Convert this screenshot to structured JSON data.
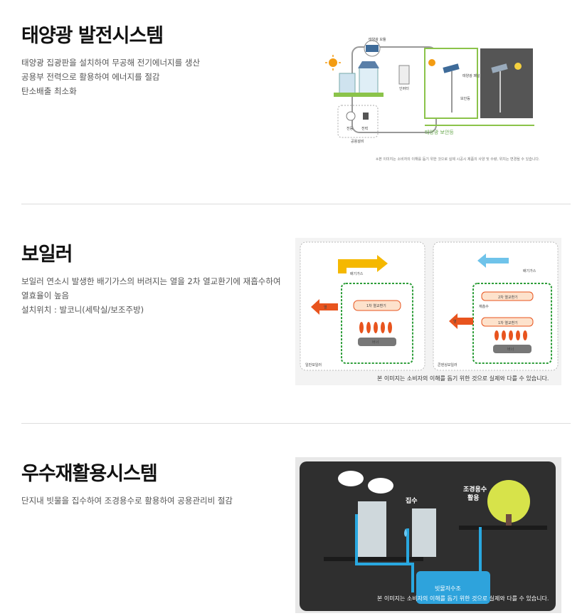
{
  "sections": [
    {
      "title": "태양광 발전시스템",
      "lines": [
        "태양광 집광판을 설치하여 무공해 전기에너지를 생산",
        "공용부 전력으로 활용하여 에너지를 절감",
        "탄소배출 최소화"
      ],
      "figure": {
        "caption": "태양광 보안등",
        "note": "※본 이미지는 소비자의 이해를 돕기 위한 것으로 실제 시공시 제품의 사양 및 수량, 위치는 변경될 수 있습니다.",
        "labels": [
          "태양광 모듈",
          "인버터",
          "전등",
          "전력",
          "공용설비",
          "태양광 패널",
          "보안등"
        ]
      }
    },
    {
      "title": "보일러",
      "lines": [
        "보일러 연소시 발생한 배기가스의 버려지는 열을 2차 열교환기에 재흡수하여",
        "열효율이 높음",
        "설치위치 : 발코니(세탁실/보조주방)"
      ],
      "figure": {
        "left_label": "일반보일러",
        "right_label": "콘덴싱보일러",
        "exhaust": "배기가스",
        "heat": "열",
        "hx1": "1차 열교환기",
        "hx2": "2차 열교환기",
        "reabsorb": "재흡수",
        "burner": "버너",
        "note": "본 이미지는 소비자의 이해를 돕기 위한 것으로 실제와 다를 수 있습니다."
      }
    },
    {
      "title": "우수재활용시스템",
      "lines": [
        "단지내 빗물을 집수하여 조경용수로 활용하여 공용관리비 절감"
      ],
      "figure": {
        "collect": "집수",
        "landscape_line1": "조경용수",
        "landscape_line2": "활용",
        "tank": "빗물저수조",
        "note": "본 이미지는 소비자의 이해를 돕기 위한 것으로 실제와 다를 수 있습니다."
      }
    }
  ],
  "colors": {
    "green": "#6aa84f",
    "orange": "#e8541e",
    "blue": "#2e9fd8",
    "yellow": "#f4b400"
  }
}
